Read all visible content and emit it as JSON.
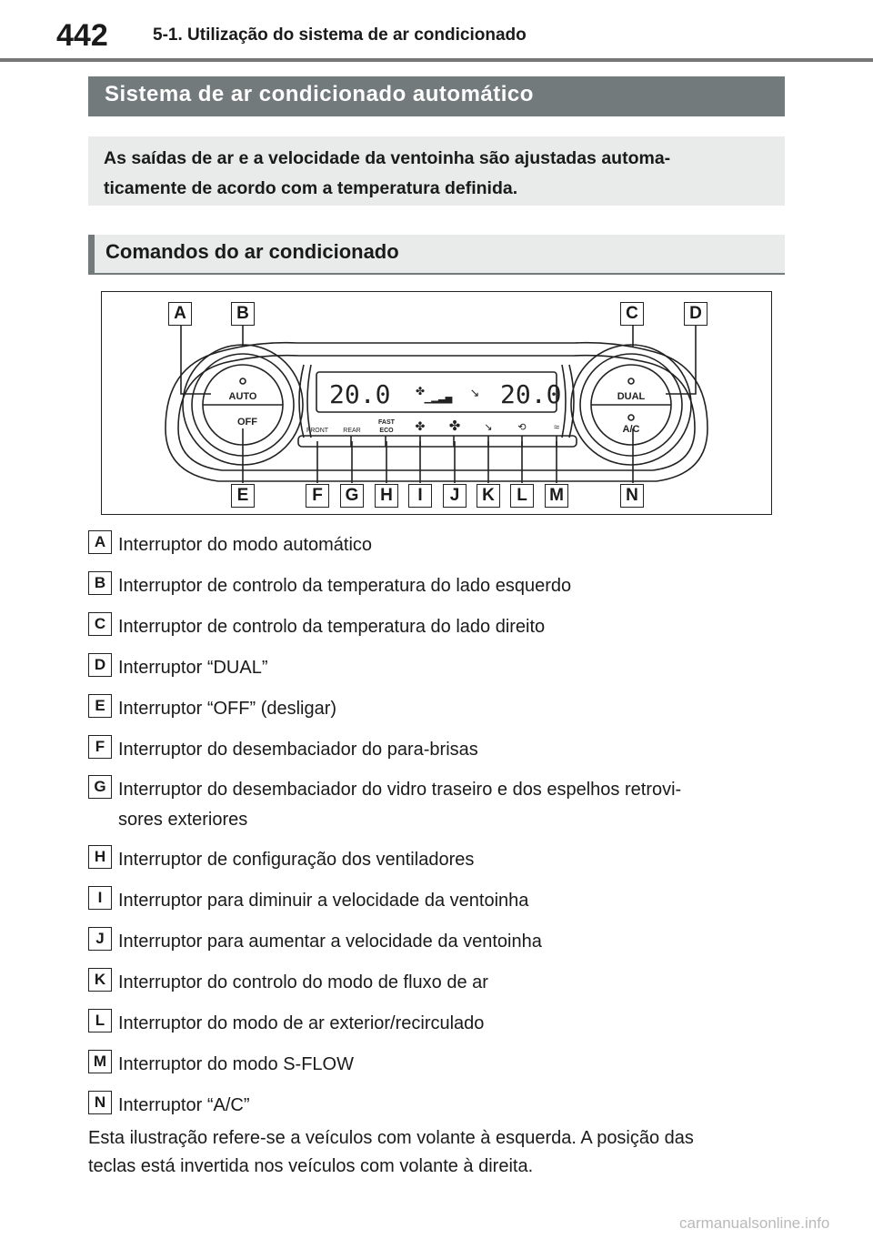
{
  "header": {
    "page_number": "442",
    "chapter_title": "5-1. Utilização do sistema de ar condicionado"
  },
  "section": {
    "title": "Sistema de ar condicionado automático",
    "intro_line1": "As saídas de ar e a velocidade da ventoinha são ajustadas automa-",
    "intro_line2": "ticamente de acordo com a temperatura definida."
  },
  "subsection": {
    "title": "Comandos do ar condicionado"
  },
  "figure": {
    "callouts_top": [
      "A",
      "B",
      "C",
      "D"
    ],
    "callouts_bottom": [
      "E",
      "F",
      "G",
      "H",
      "I",
      "J",
      "K",
      "L",
      "M",
      "N"
    ],
    "panel": {
      "left_temp": "20.0",
      "right_temp": "20.0",
      "auto_label": "AUTO",
      "off_label": "OFF",
      "dual_label": "DUAL",
      "ac_label": "A/C",
      "front_label": "FRONT",
      "rear_label": "REAR",
      "fast_label": "FAST",
      "eco_label": "ECO"
    }
  },
  "legend": [
    {
      "key": "A",
      "lines": [
        "Interruptor do modo automático"
      ]
    },
    {
      "key": "B",
      "lines": [
        "Interruptor de controlo da temperatura do lado esquerdo"
      ]
    },
    {
      "key": "C",
      "lines": [
        "Interruptor de controlo da temperatura do lado direito"
      ]
    },
    {
      "key": "D",
      "lines": [
        "Interruptor “DUAL”"
      ]
    },
    {
      "key": "E",
      "lines": [
        "Interruptor “OFF” (desligar)"
      ]
    },
    {
      "key": "F",
      "lines": [
        "Interruptor do desembaciador do para-brisas"
      ]
    },
    {
      "key": "G",
      "lines": [
        "Interruptor do desembaciador do vidro traseiro e dos espelhos retrovi-",
        "sores exteriores"
      ]
    },
    {
      "key": "H",
      "lines": [
        "Interruptor de configuração dos ventiladores"
      ]
    },
    {
      "key": "I",
      "lines": [
        "Interruptor para diminuir a velocidade da ventoinha"
      ]
    },
    {
      "key": "J",
      "lines": [
        "Interruptor para aumentar a velocidade da ventoinha"
      ]
    },
    {
      "key": "K",
      "lines": [
        "Interruptor do controlo do modo de fluxo de ar"
      ]
    },
    {
      "key": "L",
      "lines": [
        "Interruptor do modo de ar exterior/recirculado"
      ]
    },
    {
      "key": "M",
      "lines": [
        "Interruptor do modo S-FLOW"
      ]
    },
    {
      "key": "N",
      "lines": [
        "Interruptor “A/C”"
      ]
    }
  ],
  "footnote": {
    "line1": "Esta ilustração refere-se a veículos com volante à esquerda. A posição das",
    "line2": "teclas está invertida nos veículos com volante à direita."
  },
  "watermark": "carmanualsonline.info"
}
